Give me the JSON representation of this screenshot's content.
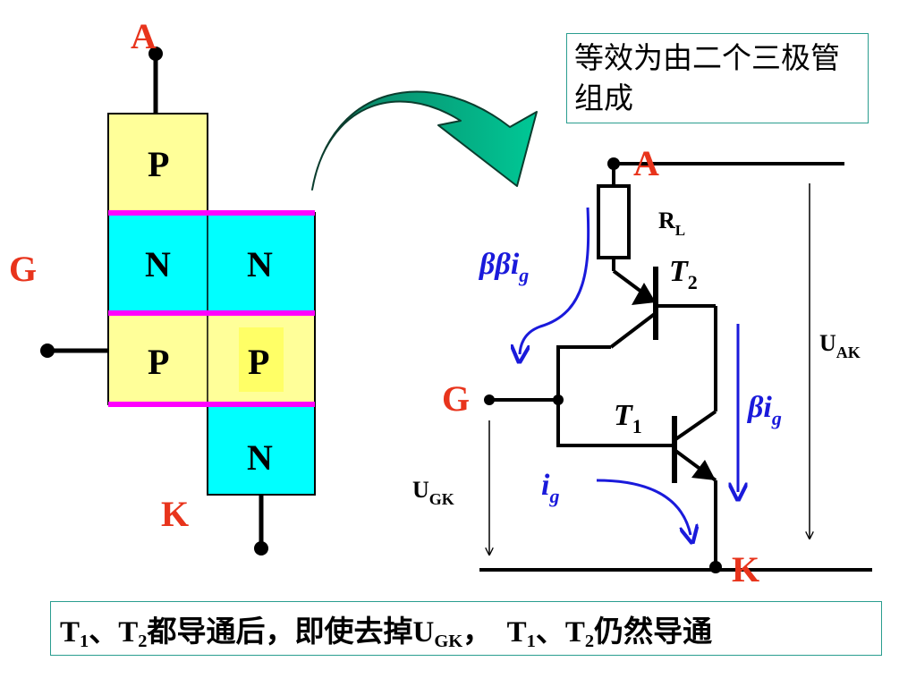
{
  "structure": {
    "terminal_anode": "A",
    "terminal_gate": "G",
    "terminal_cathode": "K",
    "layers": {
      "p_top": "P",
      "n_left": "N",
      "n_right": "N",
      "p_left": "P",
      "p_right": "P",
      "n_bottom": "N"
    }
  },
  "note": {
    "text": "等效为由二个三极管组成"
  },
  "circuit": {
    "anode": "A",
    "gate": "G",
    "cathode": "K",
    "resistor": "R",
    "resistor_sub": "L",
    "t2": "T",
    "t2_sub": "2",
    "t1": "T",
    "t1_sub": "1",
    "u_ak": "U",
    "u_ak_sub": "AK",
    "u_gk": "U",
    "u_gk_sub": "GK",
    "current_t2": "ββi",
    "current_t2_sub": "g",
    "current_t1": "βi",
    "current_t1_sub": "g",
    "current_gate": "i",
    "current_gate_sub": "g"
  },
  "caption": {
    "t": "T",
    "s1": "1",
    "sep": "、",
    "s2": "2",
    "part1": "都导通后，即使去掉U",
    "ugk_sub": "GK",
    "comma": "，",
    "part2": "仍然导通"
  },
  "colors": {
    "p_layer": "#ffff99",
    "n_layer": "#00ffff",
    "junction": "#ff00ff",
    "red_label": "#e8341c",
    "blue_current": "#1a1adb",
    "arrow_green": "#00a676"
  }
}
